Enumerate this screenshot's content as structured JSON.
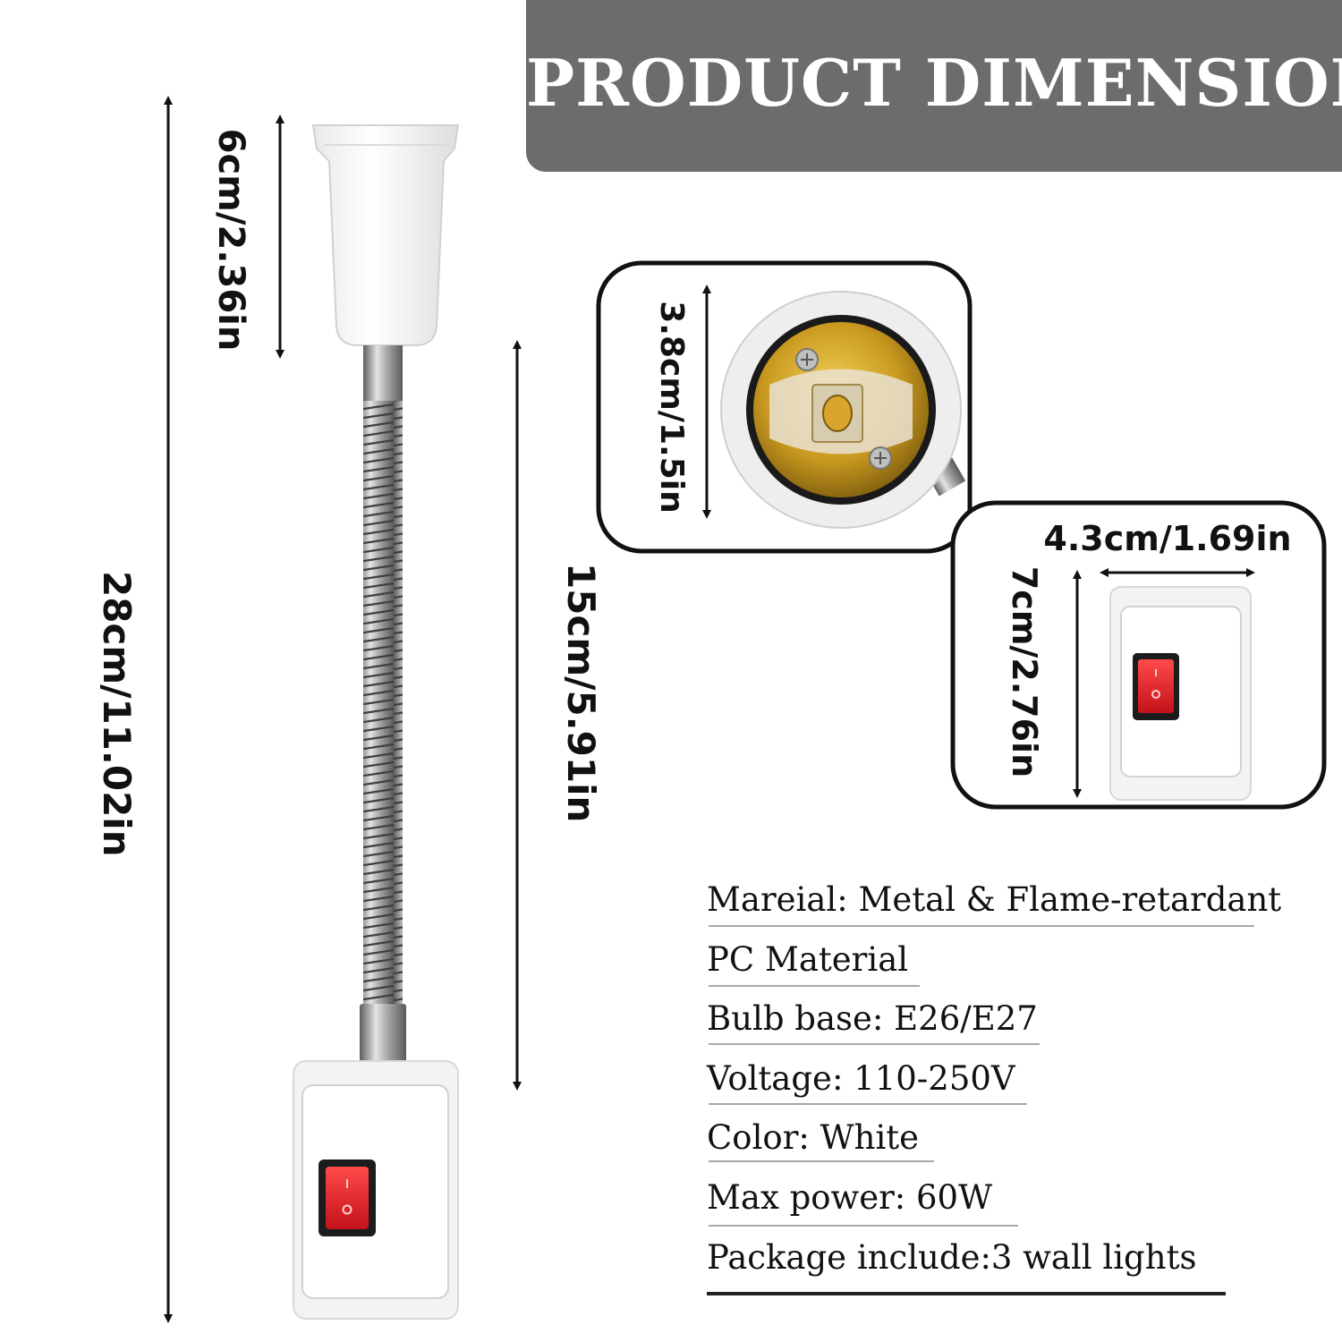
{
  "banner": {
    "title": "PRODUCT DIMENSION"
  },
  "dimensions": {
    "total_height": "28cm/11.02in",
    "socket_height": "6cm/2.36in",
    "gooseneck_length": "15cm/5.91in",
    "socket_diameter": "3.8cm/1.5in",
    "switch_width": "4.3cm/1.69in",
    "switch_height": "7cm/2.76in"
  },
  "switch_markings": {
    "on": "I",
    "off": "O"
  },
  "specs": [
    "Mareial: Metal & Flame-retardant",
    "PC Material",
    "Bulb base: E26/E27",
    "Voltage: 110-250V",
    "Color: White",
    "Max power: 60W",
    "Package include:3 wall lights"
  ],
  "colors": {
    "banner": "#6a6d6b",
    "switch_red": "#e0202a",
    "socket_brass": "#c9991f",
    "body_white": "#f4f5f5",
    "metal": "#9a9a9a"
  }
}
